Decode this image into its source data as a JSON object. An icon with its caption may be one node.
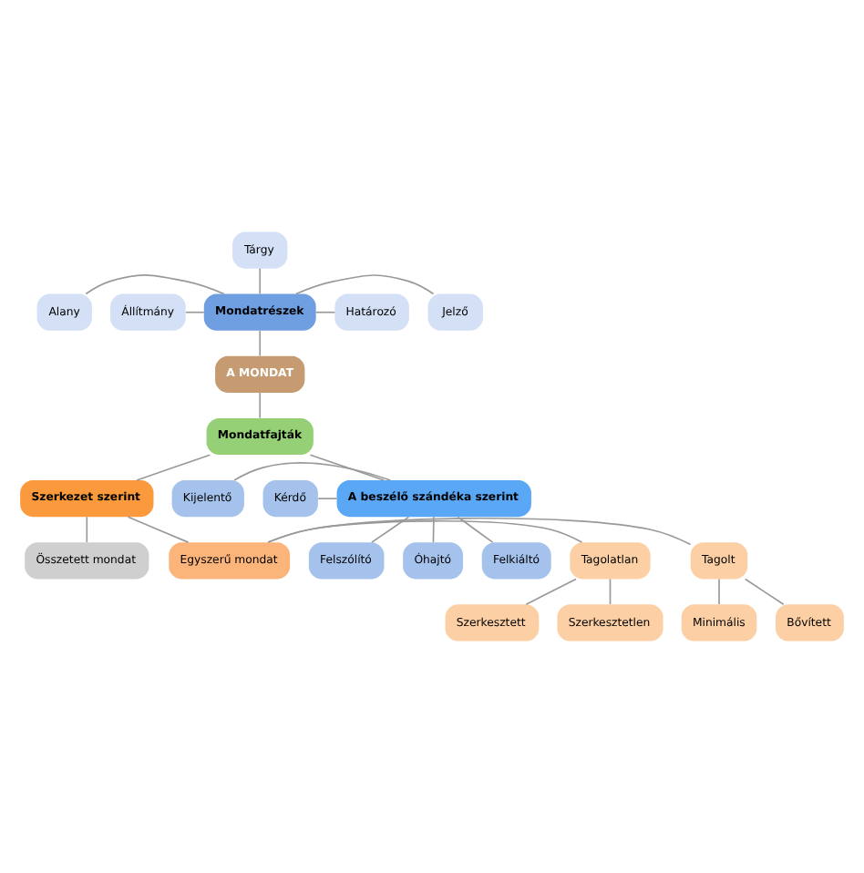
{
  "diagram": {
    "nodes": [
      {
        "text": [
          "Tárgy"
        ]
      },
      {
        "text": [
          "Alany"
        ]
      },
      {
        "text": [
          "Határozó"
        ]
      },
      {
        "text": [
          "Állítmány"
        ]
      },
      {
        "text": [
          "Mondatrészek"
        ]
      },
      {
        "text": [
          "Jelző"
        ]
      },
      {
        "text": [
          "A MONDAT"
        ]
      },
      {
        "text": [
          "Mondatfajták"
        ]
      },
      {
        "text": [
          "Kijelentő"
        ]
      },
      {
        "text": [
          "Kérdő"
        ]
      },
      {
        "text": [
          "A beszélő szándéka szerint"
        ]
      },
      {
        "text": [
          "Szerkezet szerint"
        ]
      },
      {
        "text": [
          "Felkiáltó"
        ]
      },
      {
        "text": [
          "Felszólító"
        ]
      },
      {
        "text": [
          "Óhajtó"
        ]
      },
      {
        "text": [
          "Összetett mondat"
        ]
      },
      {
        "text": [
          "Egyszerű mondat"
        ]
      },
      {
        "text": [
          "Tagolt"
        ]
      },
      {
        "text": [
          "Tagolatlan"
        ]
      },
      {
        "text": [
          "Minimális"
        ]
      },
      {
        "text": [
          "Bővített"
        ]
      },
      {
        "text": [
          "Szerkesztett"
        ]
      },
      {
        "text": [
          "Szerkesztetlen"
        ]
      }
    ],
    "edges": [
      {
        "from": 0,
        "to": 4,
        "arrow": "none"
      },
      {
        "from": 1,
        "to": 4,
        "arrow": "none"
      },
      {
        "from": 4,
        "to": 2,
        "arrow": "none"
      },
      {
        "from": 3,
        "to": 4,
        "arrow": "none"
      },
      {
        "from": 4,
        "to": 5,
        "arrow": "none"
      },
      {
        "from": 4,
        "to": 6,
        "arrow": "none"
      },
      {
        "from": 6,
        "to": 7,
        "arrow": "none"
      },
      {
        "from": 7,
        "to": 10,
        "arrow": "none"
      },
      {
        "from": 7,
        "to": 11,
        "arrow": "none"
      },
      {
        "from": 8,
        "to": 10,
        "arrow": "none"
      },
      {
        "from": 9,
        "to": 10,
        "arrow": "none"
      },
      {
        "from": 10,
        "to": 12,
        "arrow": "none"
      },
      {
        "from": 10,
        "to": 13,
        "arrow": "none"
      },
      {
        "from": 10,
        "to": 14,
        "arrow": "none"
      },
      {
        "from": 11,
        "to": 15,
        "arrow": "none"
      },
      {
        "from": 11,
        "to": 16,
        "arrow": "none"
      },
      {
        "from": 16,
        "to": 17,
        "arrow": "none"
      },
      {
        "from": 16,
        "to": 18,
        "arrow": "none"
      },
      {
        "from": 17,
        "to": 19,
        "arrow": "none"
      },
      {
        "from": 17,
        "to": 20,
        "arrow": "none"
      },
      {
        "from": 18,
        "to": 21,
        "arrow": "none"
      },
      {
        "from": 18,
        "to": 22,
        "arrow": "none"
      }
    ]
  }
}
